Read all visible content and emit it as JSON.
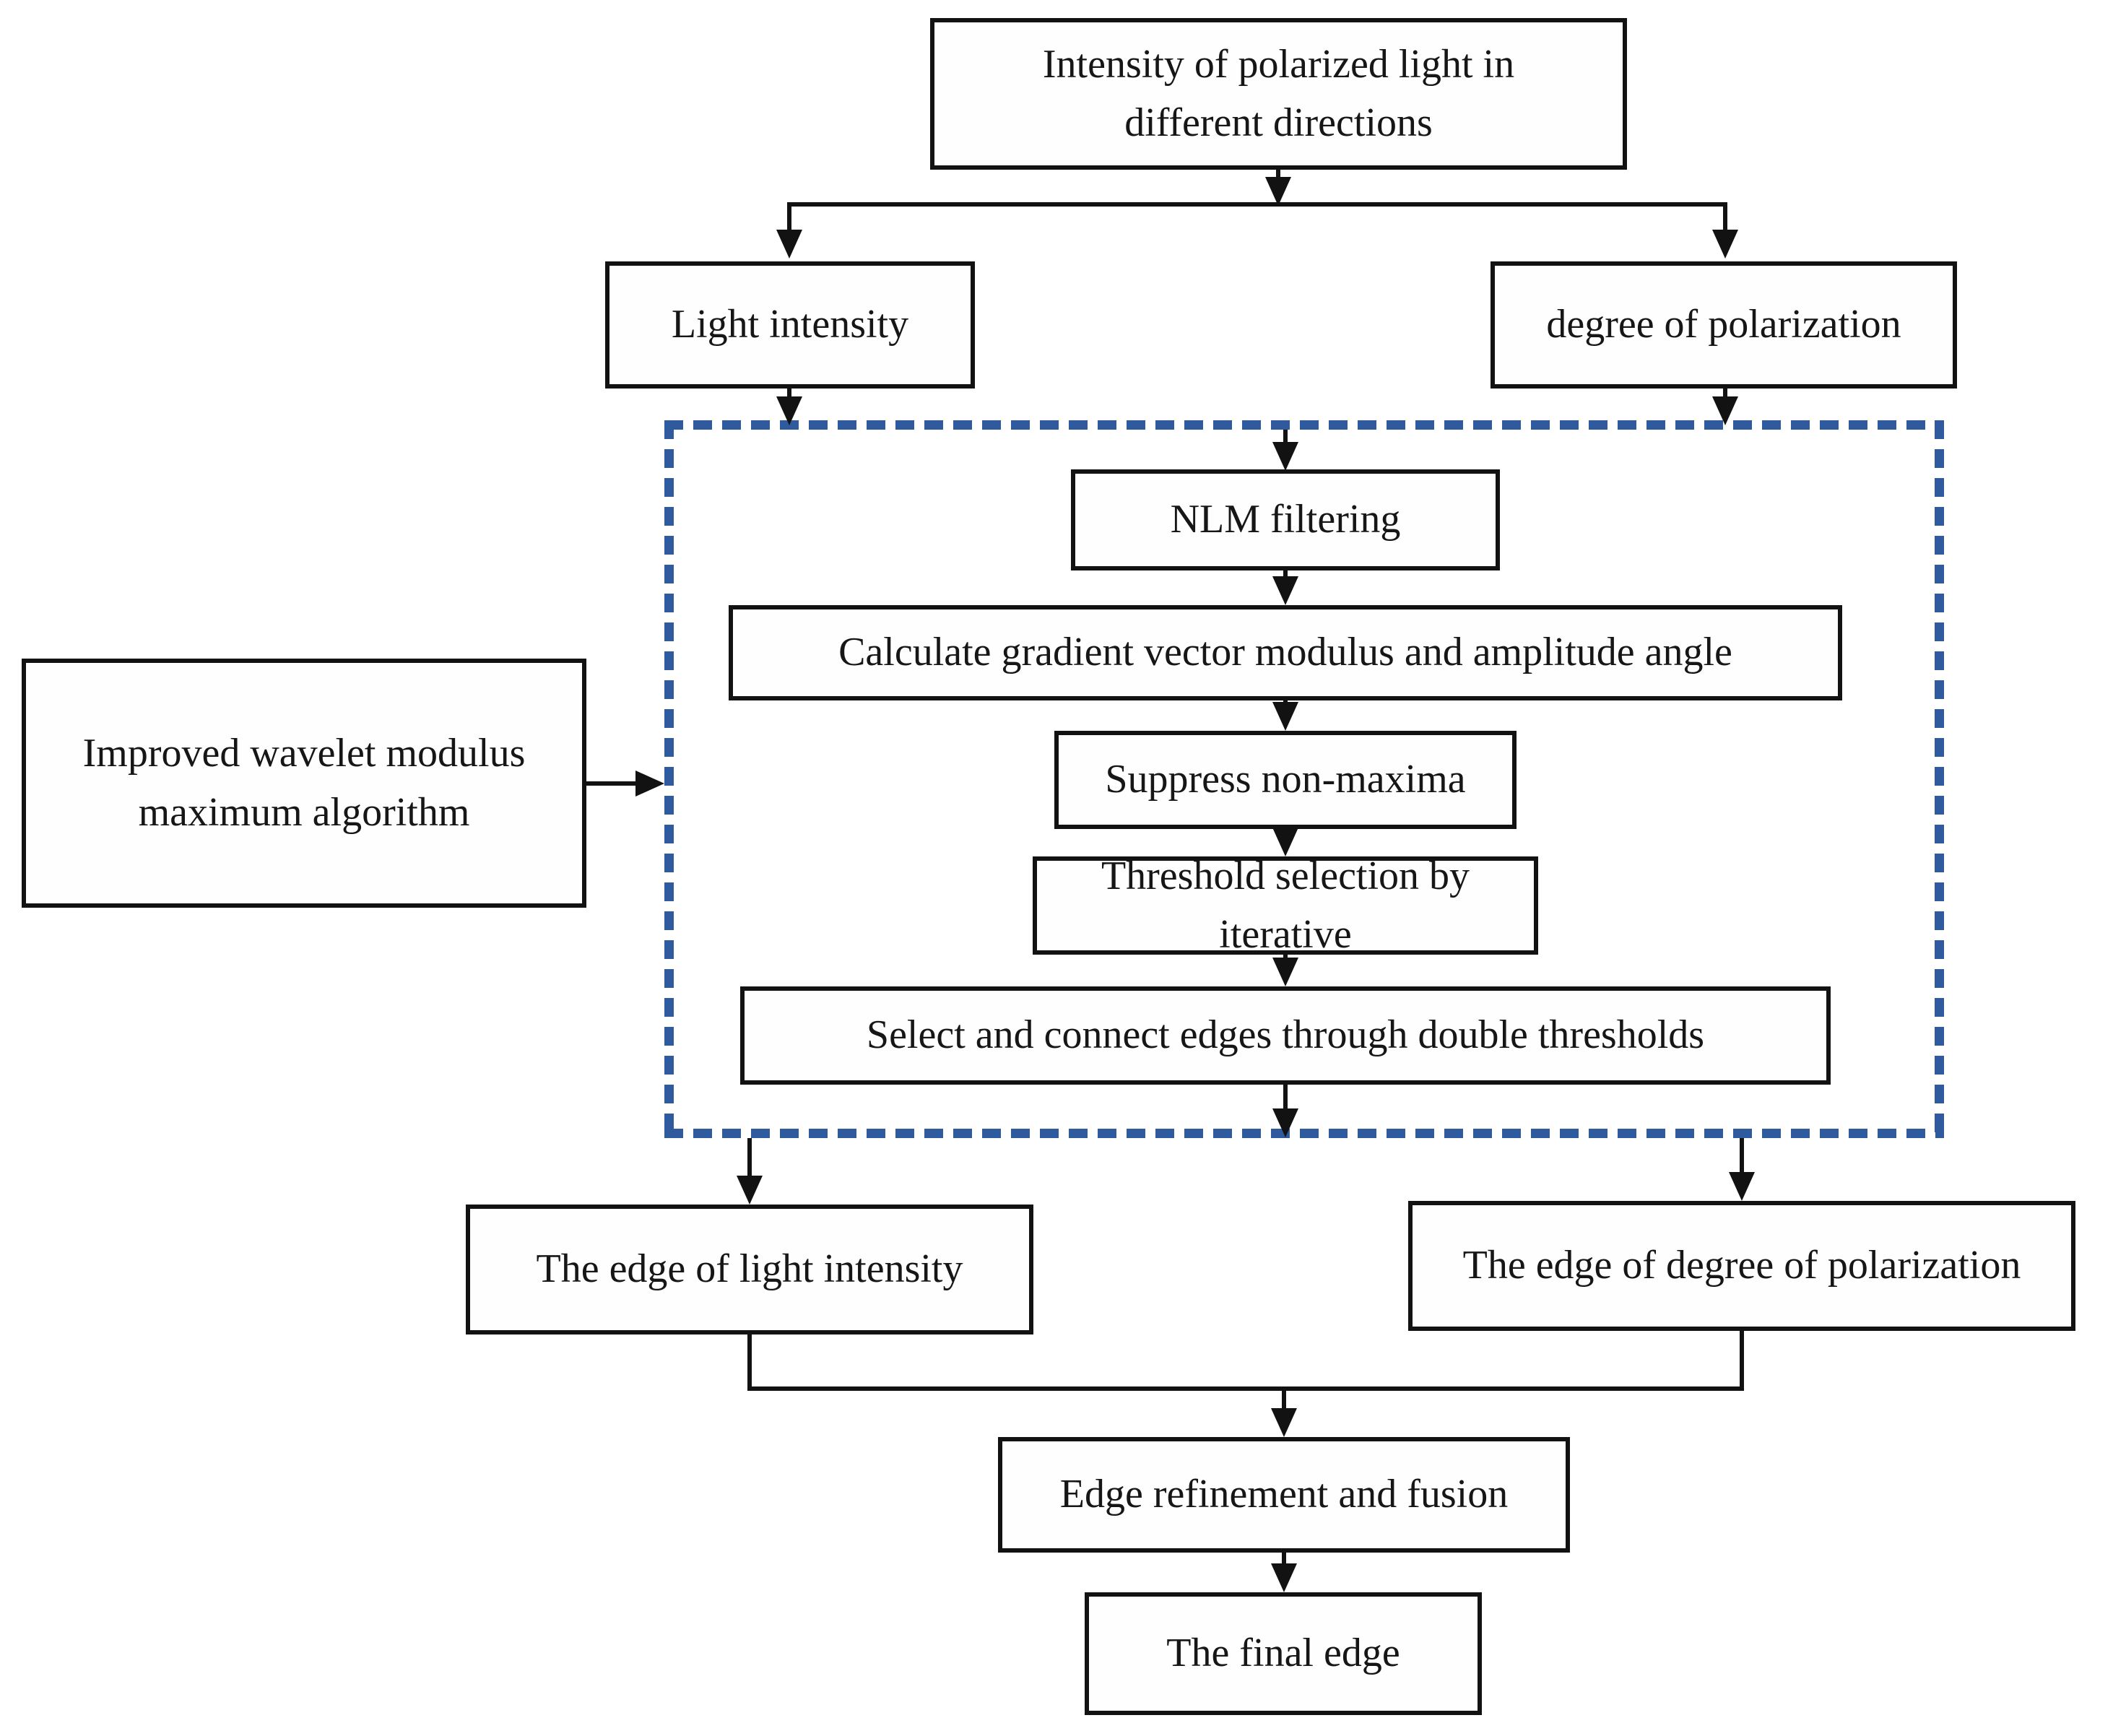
{
  "diagram": {
    "nodes": {
      "intensity_input": {
        "label": "Intensity of polarized light in different directions"
      },
      "light_intensity": {
        "label": "Light intensity"
      },
      "degree_polarization": {
        "label": "degree of polarization"
      },
      "nlm_filtering": {
        "label": "NLM filtering"
      },
      "calc_gradient": {
        "label": "Calculate gradient vector modulus and amplitude angle"
      },
      "suppress_nonmaxima": {
        "label": "Suppress non-maxima"
      },
      "threshold_iterative": {
        "label": "Threshold selection by iterative"
      },
      "select_connect_edges": {
        "label": "Select and connect edges through double thresholds"
      },
      "improved_wavelet": {
        "label": "Improved wavelet modulus maximum algorithm"
      },
      "edge_light_intensity": {
        "label": "The edge of light intensity"
      },
      "edge_degree_polarization": {
        "label": "The edge of degree of polarization"
      },
      "edge_refinement_fusion": {
        "label": "Edge refinement and fusion"
      },
      "final_edge": {
        "label": "The final edge"
      }
    },
    "colors": {
      "line": "#121212",
      "box_border": "#121212",
      "box_background": "#fffefe",
      "dashed_group_border": "#305a9e"
    }
  }
}
